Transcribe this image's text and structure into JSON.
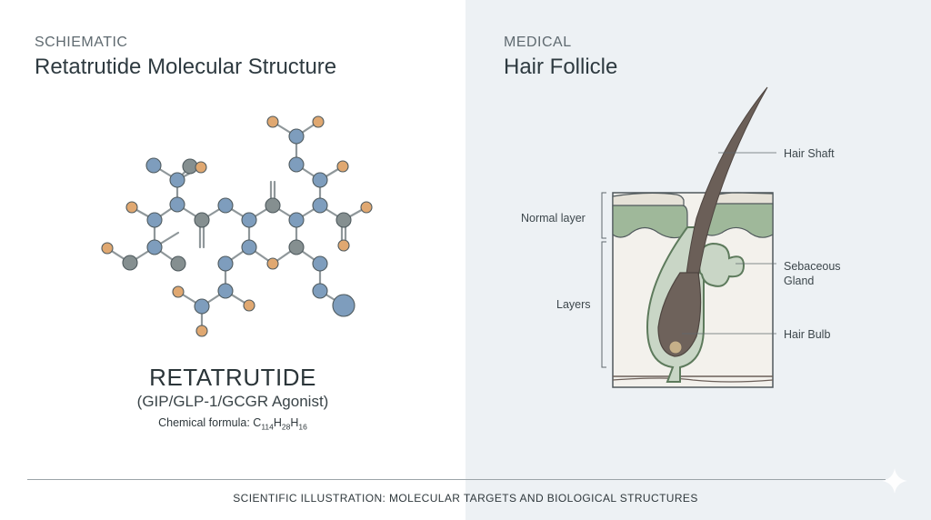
{
  "left": {
    "category": "SCHIEMATIC",
    "heading": "Retatrutide Molecular Structure",
    "drug_name": "RETATRUTIDE",
    "drug_class": "(GIP/GLP-1/GCGR Agonist)",
    "formula_prefix": "Chemical formula: ",
    "formula_parts": [
      {
        "el": "C",
        "n": "114"
      },
      {
        "el": "H",
        "n": "28"
      },
      {
        "el": "H",
        "n": "16"
      }
    ]
  },
  "right": {
    "category": "MEDICAL",
    "heading": "Hair Follicle",
    "labels": {
      "hair_shaft": "Hair Shaft",
      "normal_layer": "Normal layer",
      "sebaceous_line1": "Sebaceous",
      "sebaceous_line2": "Gland",
      "layers": "Layers",
      "hair_bulb": "Hair Bulb"
    }
  },
  "footer": "SCIENTIFIC ILLUSTRATION: MOLECULAR TARGETS AND BIOLOGICAL STRUCTURES",
  "colors": {
    "blue_atom": "#7e9dbd",
    "gray_atom": "#858f90",
    "orange_atom": "#e0a871",
    "skin_green": "#9fb89a",
    "hair_brown": "#6b5f58"
  }
}
